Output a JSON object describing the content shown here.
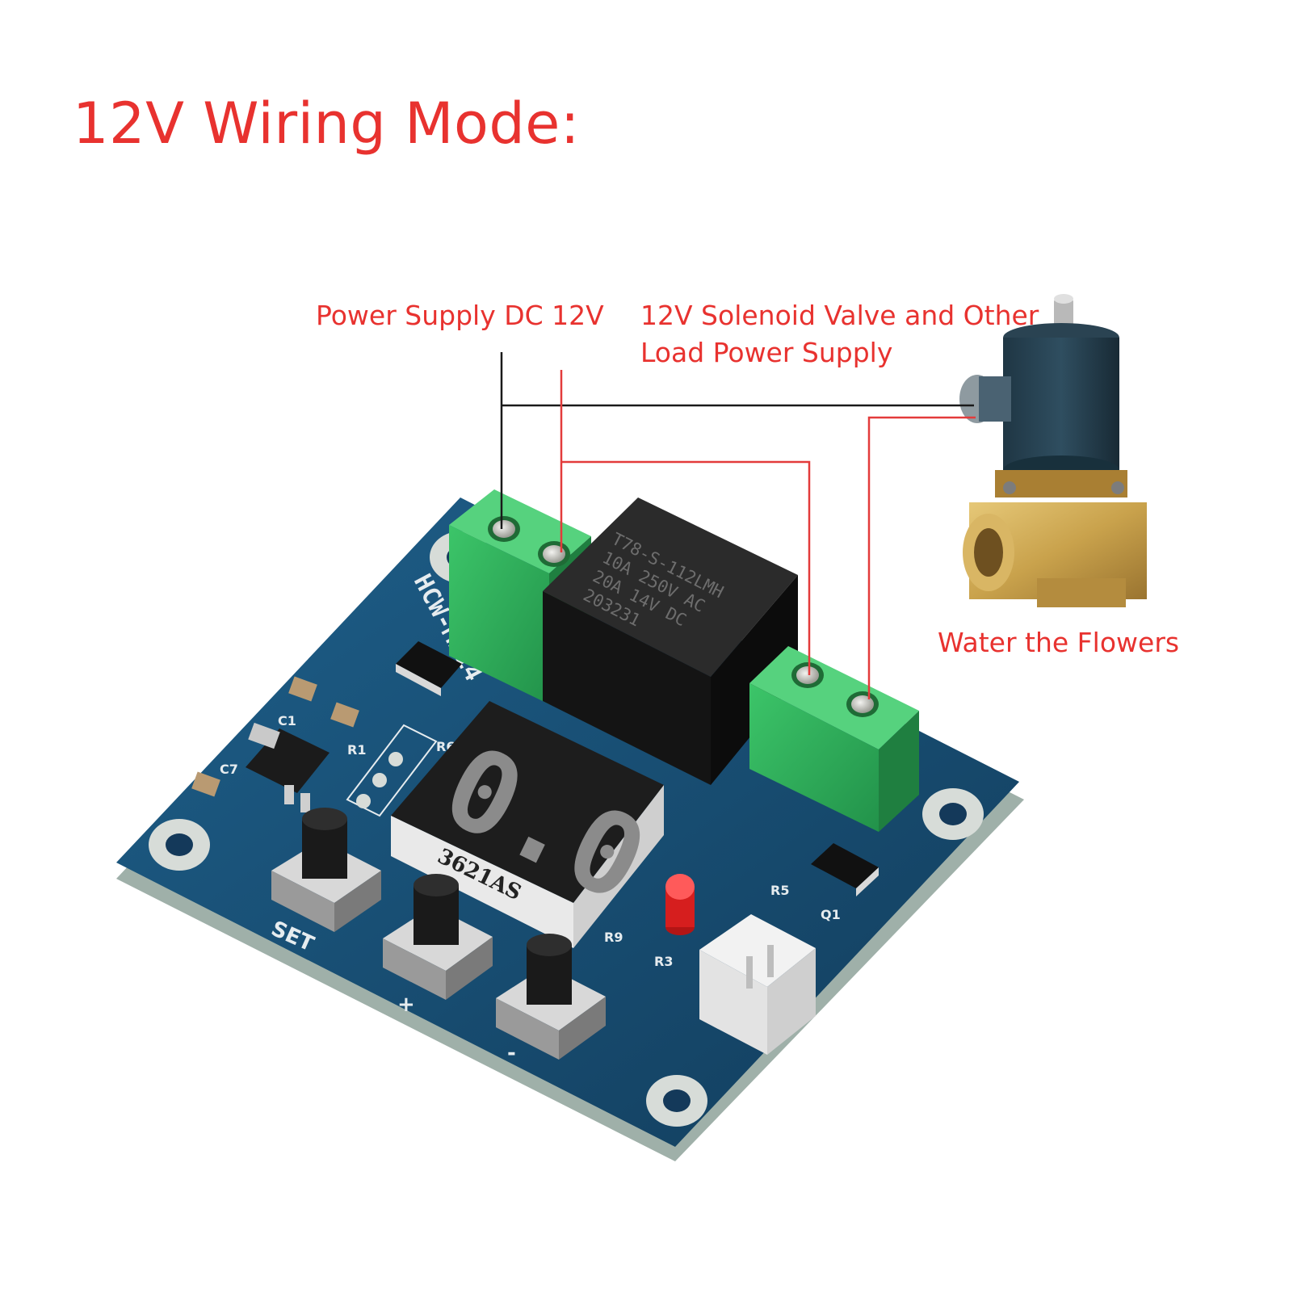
{
  "title": "12V Wiring Mode:",
  "labels": {
    "power_supply": "Power Supply DC 12V",
    "solenoid_line1": "12V Solenoid Valve and Other",
    "solenoid_line2": "Load Power Supply",
    "water": "Water the Flowers"
  },
  "board": {
    "model": "HCW-M214",
    "relay_lines": [
      "T78-S-112LMH",
      "10A 250V AC",
      "20A 14V DC",
      "203231"
    ],
    "display_model": "3621AS",
    "display_digits": "0.0",
    "buttons": [
      "SET",
      "+",
      "-"
    ],
    "component_labels": [
      "C1",
      "C7",
      "R1",
      "R6",
      "R9",
      "R3",
      "R5",
      "Q1"
    ]
  },
  "colors": {
    "label_red": "#e8322f",
    "wire_black": "#1a1a1a",
    "wire_red": "#e33b3b",
    "pcb_blue": "#164a6e",
    "terminal_green": "#2fae55",
    "brass": "#c9a24c"
  }
}
